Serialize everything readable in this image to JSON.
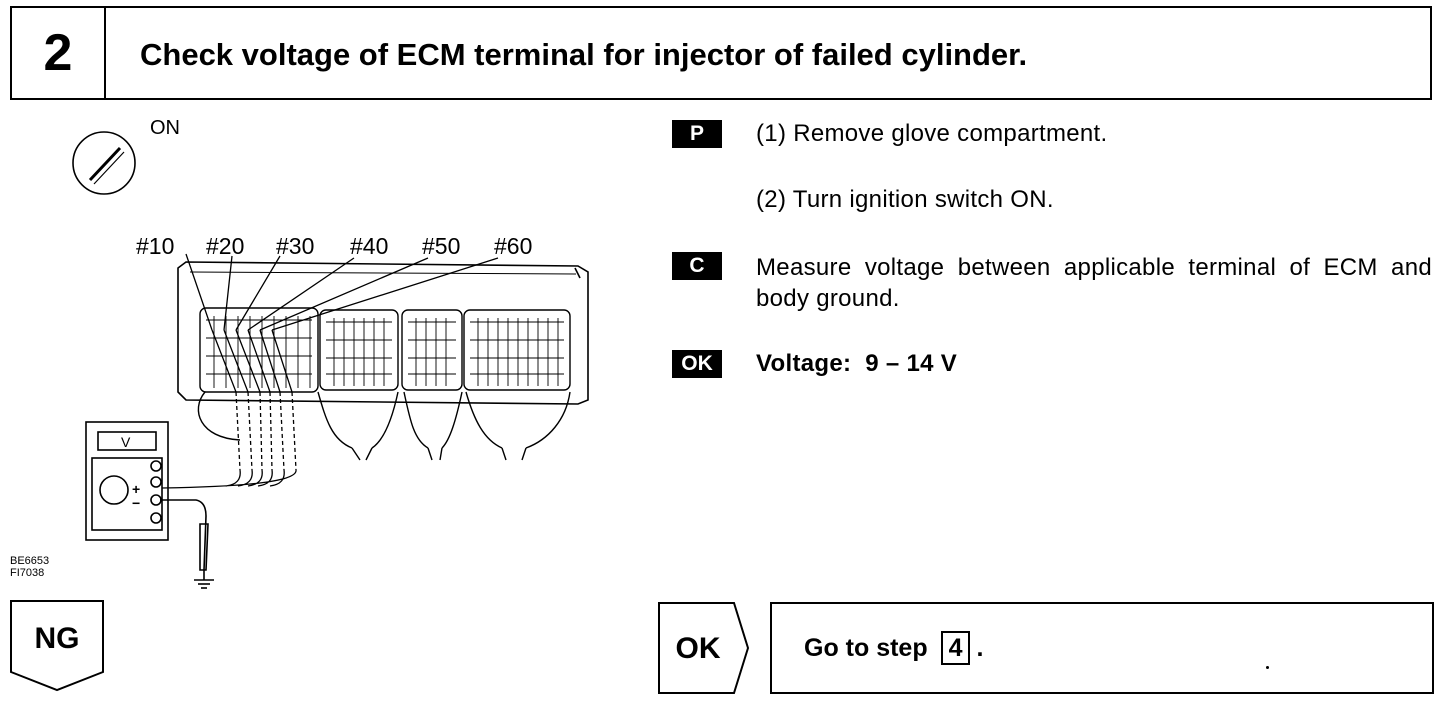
{
  "header": {
    "step_number": "2",
    "title": "Check voltage of ECM terminal for injector of failed cylinder."
  },
  "diagram": {
    "switch_label": "ON",
    "terminals": [
      "#10",
      "#20",
      "#30",
      "#40",
      "#50",
      "#60"
    ],
    "meter_label": "V",
    "plus": "+",
    "minus": "−",
    "figure_ids": [
      "BE6653",
      "FI7038"
    ]
  },
  "instructions": [
    {
      "tag": "P",
      "text": "(1) Remove glove compartment."
    },
    {
      "tag": "",
      "text": "(2) Turn ignition switch ON."
    },
    {
      "tag": "C",
      "text": "Measure voltage between applicable terminal of ECM and body ground."
    },
    {
      "tag": "OK",
      "text": "Voltage:  9 – 14 V"
    }
  ],
  "result_ng": {
    "label": "NG"
  },
  "result_ok": {
    "label": "OK",
    "text_prefix": "Go to step",
    "step_ref": "4",
    "text_suffix": "."
  }
}
